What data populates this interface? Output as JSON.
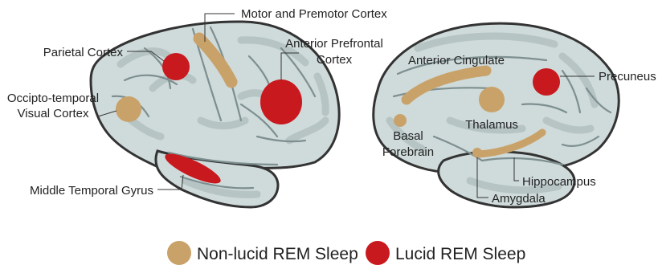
{
  "colors": {
    "non_lucid": "#c9a26a",
    "lucid": "#c8191e",
    "brain_fill": "#cfdada",
    "brain_outline": "#333333"
  },
  "lateral_view": {
    "labels": {
      "motor": "Motor and Premotor Cortex",
      "parietal": "Parietal Cortex",
      "anterior_prefrontal_line1": "Anterior Prefrontal",
      "anterior_prefrontal_line2": "Cortex",
      "occipito_line1": "Occipto-temporal",
      "occipito_line2": "Visual Cortex",
      "middle_temporal": "Middle Temporal Gyrus"
    }
  },
  "medial_view": {
    "labels": {
      "anterior_cingulate": "Anterior Cingulate",
      "precuneus": "Precuneus",
      "thalamus": "Thalamus",
      "basal_line1": "Basal",
      "basal_line2": "Forebrain",
      "hippocampus": "Hippocampus",
      "amygdala": "Amygdala"
    }
  },
  "legend": {
    "non_lucid": "Non-lucid REM Sleep",
    "lucid": "Lucid REM Sleep"
  }
}
